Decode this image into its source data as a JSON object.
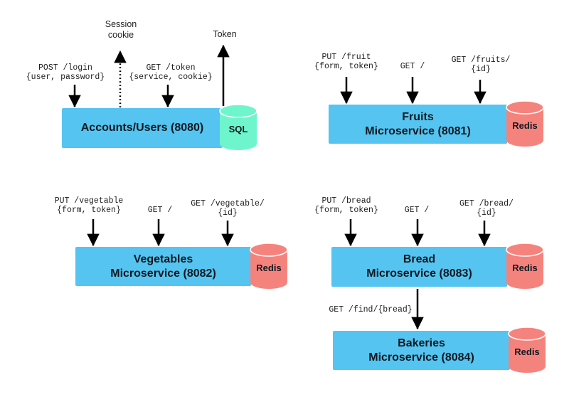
{
  "diagram": {
    "colors": {
      "service_box": "#55C4F0",
      "sql_cylinder": "#6FF5CC",
      "redis_cylinder": "#F5837D",
      "arrow": "#000000",
      "text": "#101820"
    },
    "accounts": {
      "title": "Accounts/Users (8080)",
      "db_label": "SQL",
      "endpoints": {
        "post_login": "POST /login\n{user, password}",
        "get_token": "GET /token\n{service, cookie}"
      },
      "outputs": {
        "session_cookie": "Session\ncookie",
        "token": "Token"
      }
    },
    "fruits": {
      "title": "Fruits\nMicroservice (8081)",
      "db_label": "Redis",
      "endpoints": {
        "put": "PUT /fruit\n{form, token}",
        "get": "GET /",
        "get_by_id": "GET /fruits/\n{id}"
      }
    },
    "vegetables": {
      "title": "Vegetables\nMicroservice (8082)",
      "db_label": "Redis",
      "endpoints": {
        "put": "PUT /vegetable\n{form, token}",
        "get": "GET /",
        "get_by_id": "GET /vegetable/\n{id}"
      }
    },
    "bread": {
      "title": "Bread\nMicroservice (8083)",
      "db_label": "Redis",
      "endpoints": {
        "put": "PUT /bread\n{form, token}",
        "get": "GET /",
        "get_by_id": "GET /bread/\n{id}"
      },
      "call_to_bakeries": "GET /find/{bread}"
    },
    "bakeries": {
      "title": "Bakeries\nMicroservice (8084)",
      "db_label": "Redis"
    }
  }
}
